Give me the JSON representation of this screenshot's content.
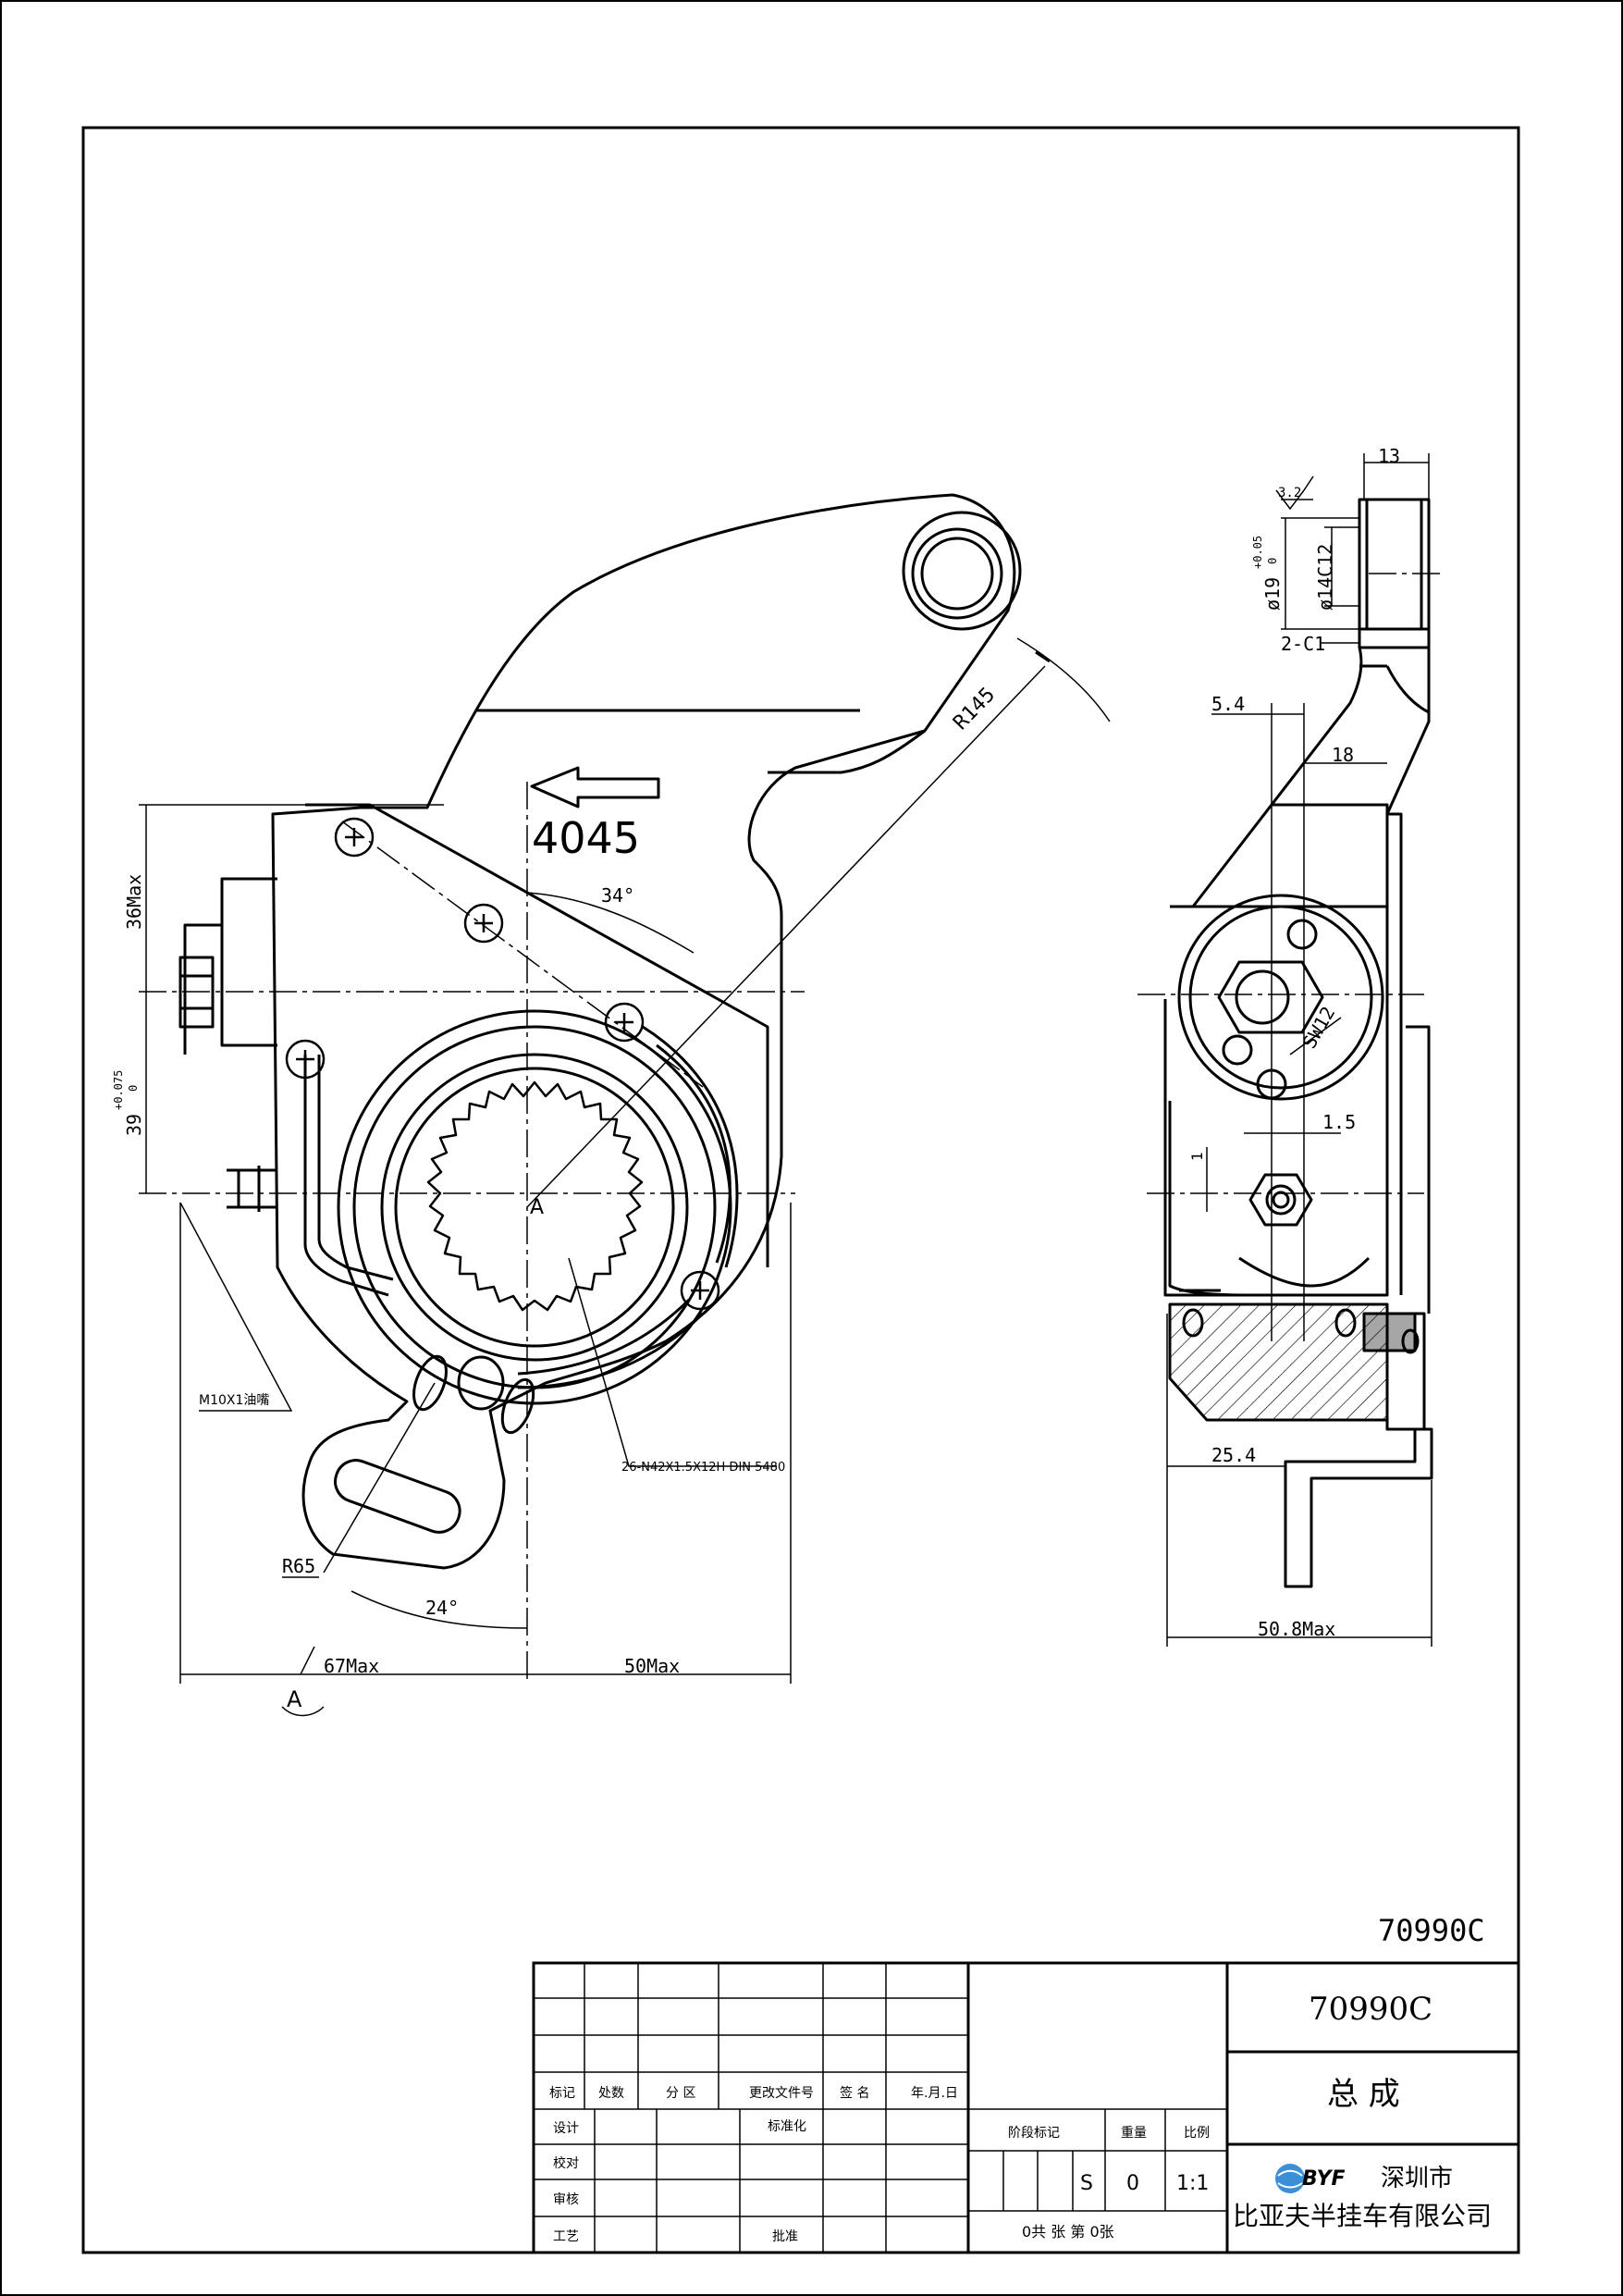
{
  "drawing": {
    "part_number_corner": "70990C",
    "arrow_label": "4045",
    "dimensions": {
      "r145": "R145",
      "angle34": "34°",
      "h36max": "36Max",
      "h39": "39",
      "h39_tol_upper": "+0.075",
      "h39_tol_lower": "0",
      "m10": "M10X1油嘴",
      "spline": "26-N42X1.5X12H DIN 5480",
      "r65": "R65",
      "angle24": "24°",
      "w67max": "67Max",
      "w50max": "50Max",
      "section_a_mark": "A",
      "center_mark": "A",
      "t13": "13",
      "roughness": "3.2",
      "d19": "ø19",
      "d19_tol_upper": "+0.05",
      "d19_tol_lower": "0",
      "d14": "ø14C12",
      "chamfer": "2-C1",
      "t54": "5.4",
      "t18": "18",
      "sw12": "SW12",
      "t15": "1.5",
      "t1": "1",
      "t254": "25.4",
      "t508max": "50.8Max"
    }
  },
  "title_block": {
    "headers": [
      "标记",
      "处数",
      "分 区",
      "更改文件号",
      "签 名",
      "年.月.日"
    ],
    "rows": [
      "设计",
      "校对",
      "审核",
      "工艺"
    ],
    "std_label": "标准化",
    "approve_label": "批准",
    "stage_label": "阶段标记",
    "weight_label": "重量",
    "scale_label": "比例",
    "stage_value": "S",
    "weight_value": "0",
    "scale_value": "1:1",
    "sheets_text": "0共  张  第  0张",
    "part_number": "70990C",
    "part_name": "总   成",
    "company_city": "深圳市",
    "company_name": "比亚夫半挂车有限公司",
    "logo_text": "BYF"
  }
}
